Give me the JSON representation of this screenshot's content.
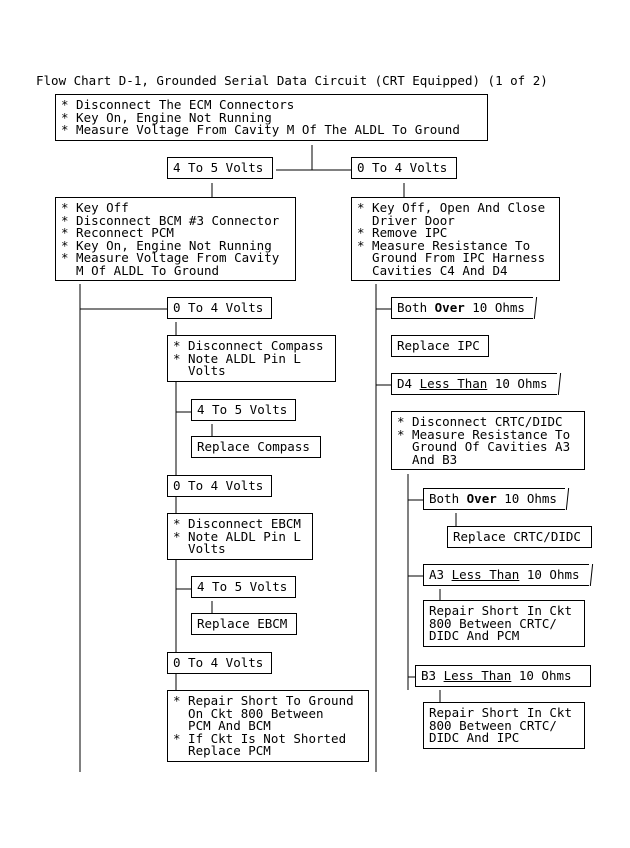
{
  "title": "Flow Chart D-1, Grounded Serial Data Circuit (CRT Equipped) (1 of 2)",
  "nodes": {
    "start": [
      "* Disconnect The ECM Connectors",
      "* Key On, Engine Not Running",
      "* Measure Voltage From Cavity M Of The ALDL To Ground"
    ],
    "v45_a": [
      "4 To 5 Volts"
    ],
    "v04_a": [
      "0 To 4 Volts"
    ],
    "left_steps": [
      "* Key Off",
      "* Disconnect BCM #3 Connector",
      "* Reconnect PCM",
      "* Key On, Engine Not Running",
      "* Measure Voltage From Cavity",
      "  M Of ALDL To Ground"
    ],
    "right_steps": [
      "* Key Off, Open And Close",
      "  Driver Door",
      "* Remove IPC",
      "* Measure Resistance To",
      "  Ground From IPC Harness",
      "  Cavities C4 And D4"
    ],
    "v04_b": [
      "0 To 4 Volts"
    ],
    "compass_steps": [
      "* Disconnect Compass",
      "* Note ALDL Pin L",
      "  Volts"
    ],
    "v45_b": [
      "4 To 5 Volts"
    ],
    "replace_compass": [
      "Replace Compass"
    ],
    "v04_c": [
      "0 To 4 Volts"
    ],
    "ebcm_steps": [
      "* Disconnect EBCM",
      "* Note ALDL Pin L",
      "  Volts"
    ],
    "v45_c": [
      "4 To 5 Volts"
    ],
    "replace_ebcm": [
      "Replace EBCM"
    ],
    "v04_d": [
      "0 To 4 Volts"
    ],
    "repair_pcm": [
      "* Repair Short To Ground",
      "  On Ckt 800 Between",
      "  PCM And BCM",
      "* If Ckt Is Not Shorted",
      "  Replace PCM"
    ],
    "both_over_a": {
      "pre": "Both ",
      "em": "Over",
      "post": " 10 Ohms"
    },
    "replace_ipc": [
      "Replace IPC"
    ],
    "d4_less": {
      "pre": "D4 ",
      "em": "Less Than",
      "post": " 10 Ohms"
    },
    "crtc_steps": [
      "* Disconnect CRTC/DIDC",
      "* Measure Resistance To",
      "  Ground Of Cavities A3",
      "  And B3"
    ],
    "both_over_b": {
      "pre": "Both ",
      "em": "Over",
      "post": " 10 Ohms"
    },
    "replace_crtc": [
      "Replace CRTC/DIDC"
    ],
    "a3_less": {
      "pre": "A3 ",
      "em": "Less Than",
      "post": " 10 Ohms"
    },
    "repair_crtc_pcm": [
      "Repair Short In Ckt",
      "800 Between CRTC/",
      "DIDC And PCM"
    ],
    "b3_less": {
      "pre": "B3 ",
      "em": "Less Than",
      "post": " 10 Ohms"
    },
    "repair_crtc_ipc": [
      "Repair Short In Ckt",
      "800 Between CRTC/",
      "DIDC And IPC"
    ]
  }
}
